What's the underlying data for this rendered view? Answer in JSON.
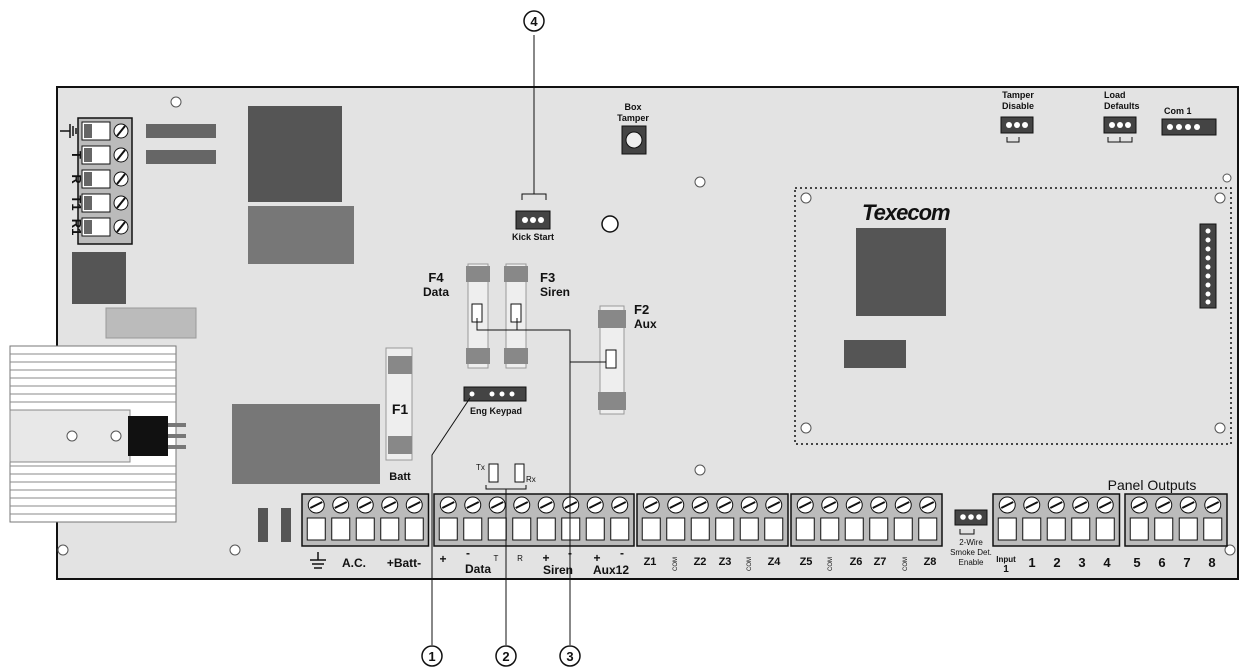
{
  "brand": "Texecom",
  "callouts": [
    "1",
    "2",
    "3",
    "4"
  ],
  "top_headers": {
    "box_tamper_line1": "Box",
    "box_tamper_line2": "Tamper",
    "tamper_disable_line1": "Tamper",
    "tamper_disable_line2": "Disable",
    "load_defaults_line1": "Load",
    "load_defaults_line2": "Defaults",
    "com1": "Com 1",
    "kick_start": "Kick Start"
  },
  "fuses": {
    "f4": "F4",
    "f4_sub": "Data",
    "f3": "F3",
    "f3_sub": "Siren",
    "f2": "F2",
    "f2_sub": "Aux",
    "f1": "F1",
    "f1_sub": "Batt"
  },
  "eng_keypad": "Eng Keypad",
  "tx": "Tx",
  "rx": "Rx",
  "left_terminals": [
    "T",
    "R",
    "T1",
    "R1"
  ],
  "panel_outputs": "Panel Outputs",
  "smoke": {
    "line1": "2-Wire",
    "line2": "Smoke Det.",
    "line3": "Enable"
  },
  "bottom_labels": {
    "ac": "A.C.",
    "batt": "+Batt-",
    "plus1": "+",
    "minus1": "-",
    "data": "Data",
    "t": "T",
    "r": "R",
    "siren_plus": "+",
    "siren_minus": "-",
    "siren": "Siren",
    "aux_plus": "+",
    "aux_minus": "-",
    "aux12": "Aux12",
    "z1": "Z1",
    "com1": "COM",
    "z2": "Z2",
    "z3": "Z3",
    "com2": "COM",
    "z4": "Z4",
    "z5": "Z5",
    "com3": "COM",
    "z6": "Z6",
    "z7": "Z7",
    "com4": "COM",
    "z8": "Z8",
    "input": "Input",
    "input_num": "1",
    "o1": "1",
    "o2": "2",
    "o3": "3",
    "o4": "4",
    "o5": "5",
    "o6": "6",
    "o7": "7",
    "o8": "8"
  }
}
